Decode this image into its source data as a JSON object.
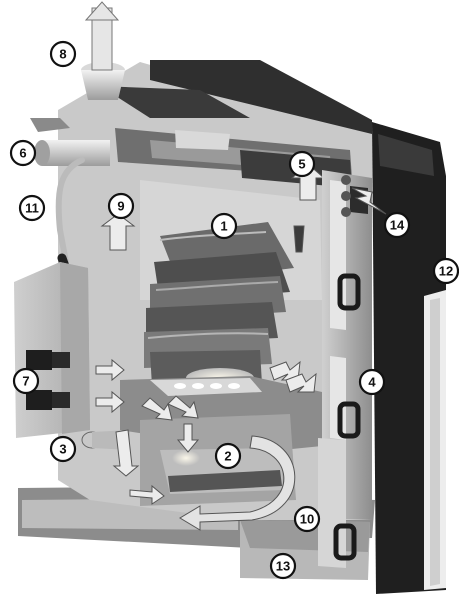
{
  "callouts": [
    {
      "id": "1",
      "label": "1"
    },
    {
      "id": "2",
      "label": "2"
    },
    {
      "id": "3",
      "label": "3"
    },
    {
      "id": "4",
      "label": "4"
    },
    {
      "id": "5",
      "label": "5"
    },
    {
      "id": "6",
      "label": "6"
    },
    {
      "id": "7",
      "label": "7"
    },
    {
      "id": "8",
      "label": "8"
    },
    {
      "id": "9",
      "label": "9"
    },
    {
      "id": "10",
      "label": "10"
    },
    {
      "id": "11",
      "label": "11"
    },
    {
      "id": "12",
      "label": "12"
    },
    {
      "id": "13",
      "label": "13"
    },
    {
      "id": "14",
      "label": "14"
    }
  ],
  "colors": {
    "panel_dark": "#2b2b2b",
    "panel_mid": "#9a9a9a",
    "panel_light": "#d8d8d8",
    "interior": "#c4c4c4",
    "arrow_fill": "#ececec",
    "flame_glow": "#f4efe2"
  }
}
